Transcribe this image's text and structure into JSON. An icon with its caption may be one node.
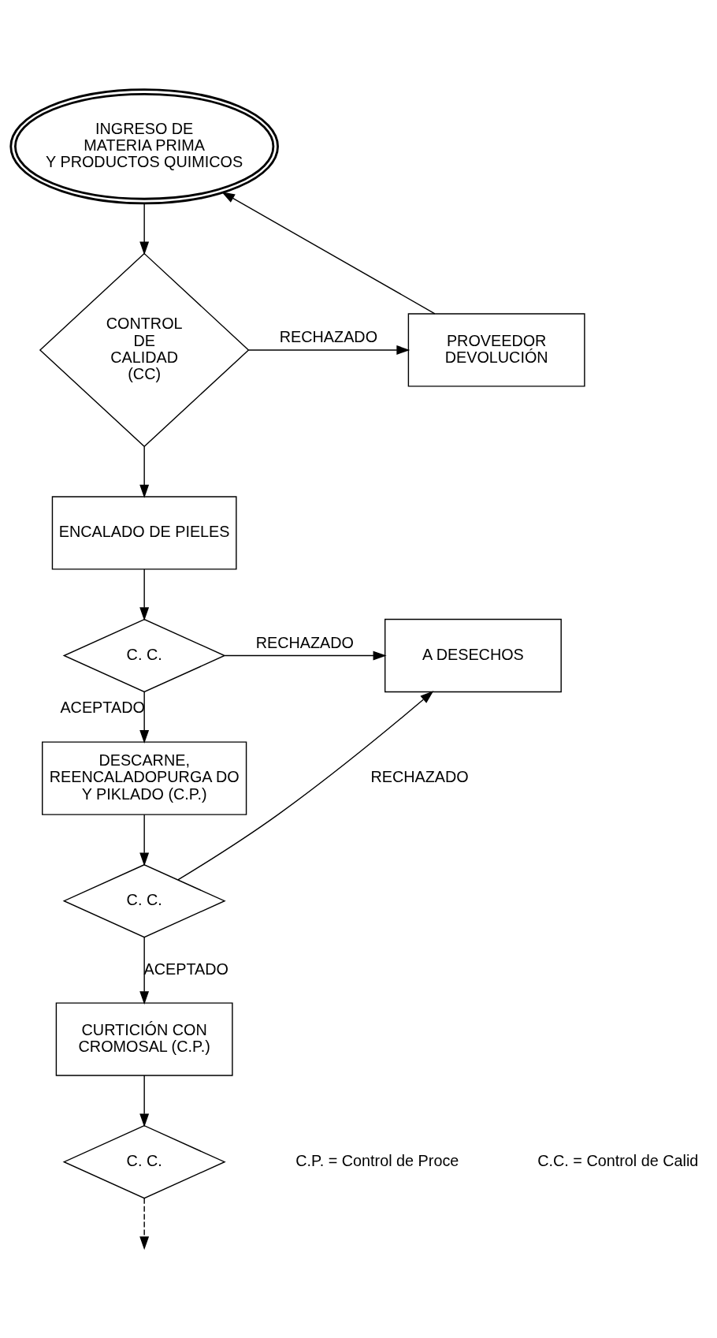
{
  "diagram": {
    "nodes": [
      {
        "text": [
          "INGRESO DE MATERIA PRIMA Y PRODUCTOS QUIMICOS"
        ]
      },
      {
        "text": [
          "CONTROL DE CALIDAD (CC)"
        ]
      },
      {
        "text": [
          "PROVEEDOR DEVOLUCIÓN"
        ]
      },
      {
        "text": [
          "ENCALADO DE PIELES"
        ]
      },
      {
        "text": [
          "C. C."
        ]
      },
      {
        "text": [
          "A DESECHOS"
        ]
      },
      {
        "text": [
          "DESCARNE, REENCALADOPURGA DO Y PIKLADO (C.P.)"
        ]
      },
      {
        "text": [
          "C. C."
        ]
      },
      {
        "text": [
          "CURTICIÓN CON CROMOSAL (C.P.)"
        ]
      },
      {
        "text": [
          "C. C."
        ]
      }
    ],
    "edges": [
      {
        "from": 0,
        "to": 1,
        "arrow": "to"
      },
      {
        "from": 1,
        "to": 2,
        "arrow": "to",
        "label": "RECHAZADO"
      },
      {
        "from": 2,
        "to": 0,
        "arrow": "to"
      },
      {
        "from": 1,
        "to": 3,
        "arrow": "to"
      },
      {
        "from": 3,
        "to": 4,
        "arrow": "to"
      },
      {
        "from": 4,
        "to": 5,
        "arrow": "to",
        "label": "RECHAZADO"
      },
      {
        "from": 4,
        "to": 6,
        "arrow": "to",
        "label": "ACEPTADO"
      },
      {
        "from": 6,
        "to": 7,
        "arrow": "to"
      },
      {
        "from": 7,
        "to": 5,
        "arrow": "to",
        "label": "RECHAZADO"
      },
      {
        "from": 7,
        "to": 8,
        "arrow": "to",
        "label": "ACEPTADO"
      },
      {
        "from": 8,
        "to": 9,
        "arrow": "to"
      },
      {
        "from": 9,
        "to": null,
        "arrow": "to",
        "style": "dashed"
      }
    ],
    "labels": [
      "C.P. = Control de Proce",
      "C.C. = Control de Calid"
    ]
  }
}
